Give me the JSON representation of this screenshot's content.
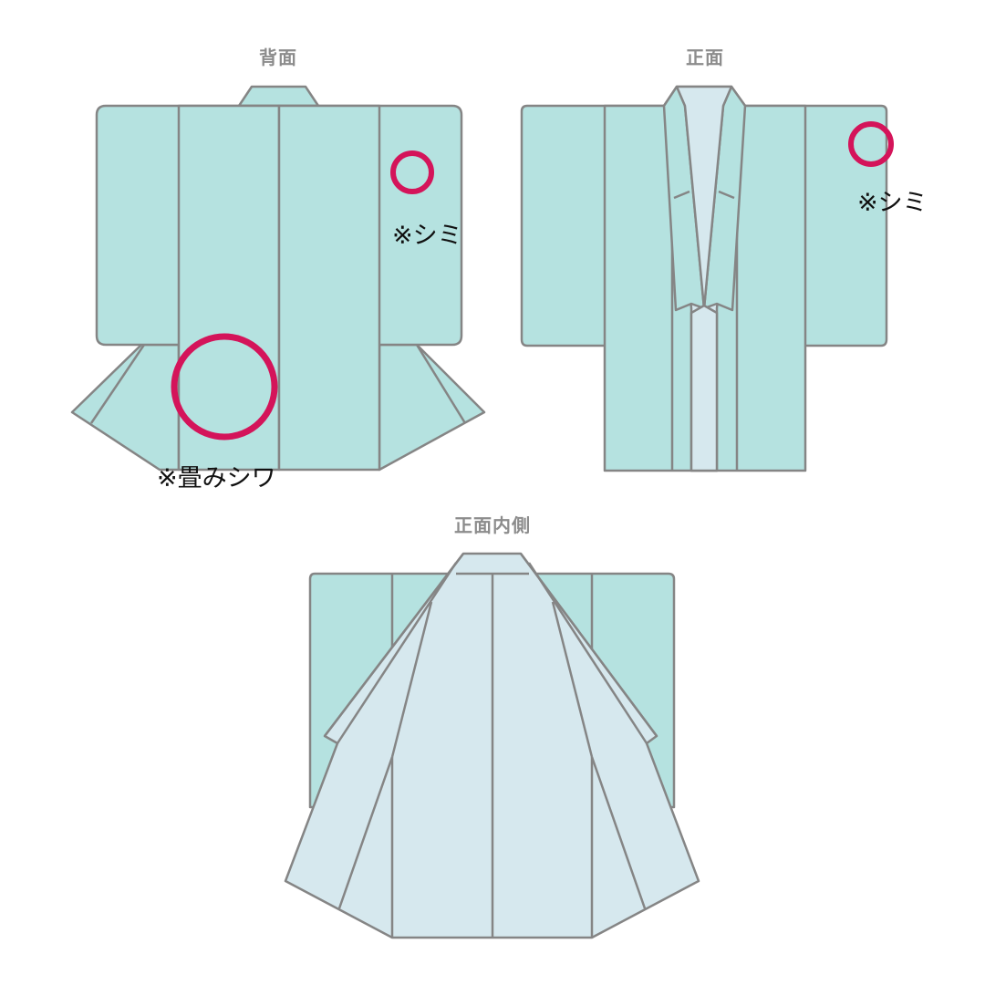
{
  "colors": {
    "fabric_outer": "#b5e2e0",
    "fabric_lining": "#d6e8ee",
    "outline": "#858585",
    "marker": "#d4145a",
    "title_text": "#8c8c8c",
    "note_text": "#111111"
  },
  "views": {
    "back": {
      "title": "背面",
      "annotations": [
        {
          "label": "※シミ",
          "marker": "circle-small",
          "location": "right sleeve upper area"
        },
        {
          "label": "※畳みシワ",
          "marker": "circle-large",
          "location": "lower back left panel"
        }
      ]
    },
    "front": {
      "title": "正面",
      "annotations": [
        {
          "label": "※シミ",
          "marker": "circle-small",
          "location": "left-side sleeve upper corner"
        }
      ]
    },
    "inside": {
      "title": "正面内側",
      "annotations": []
    }
  }
}
